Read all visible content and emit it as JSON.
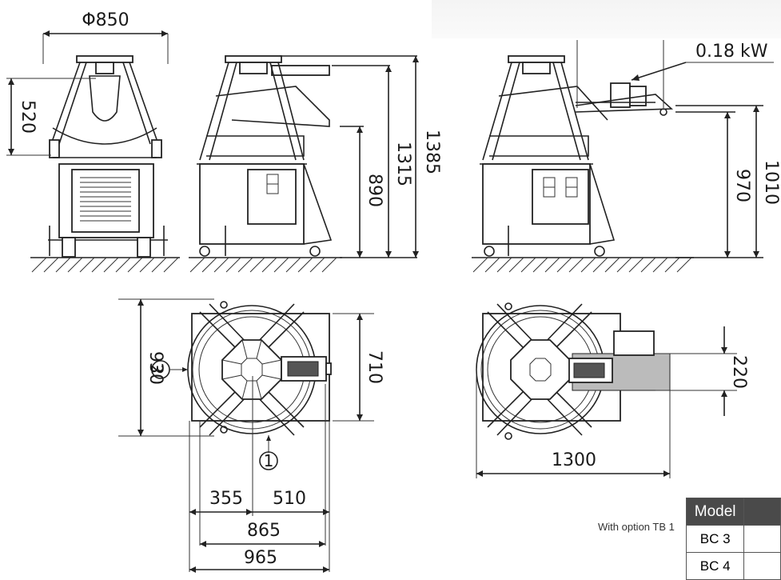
{
  "dimensions": {
    "diameter": "Φ850",
    "height_520": "520",
    "height_1315": "1315",
    "height_1385": "1385",
    "height_890": "890",
    "motor_power": "0.18  kW",
    "height_970": "970",
    "height_1010": "1010",
    "depth_930": "930",
    "depth_710": "710",
    "width_355": "355",
    "width_510": "510",
    "width_865": "865",
    "width_965": "965",
    "width_1300": "1300",
    "width_220": "220"
  },
  "markers": {
    "m1": "1",
    "m2": "2"
  },
  "caption": "With option TB 1",
  "table": {
    "header": "Model",
    "rows": [
      "BC 3",
      "BC 4"
    ]
  }
}
